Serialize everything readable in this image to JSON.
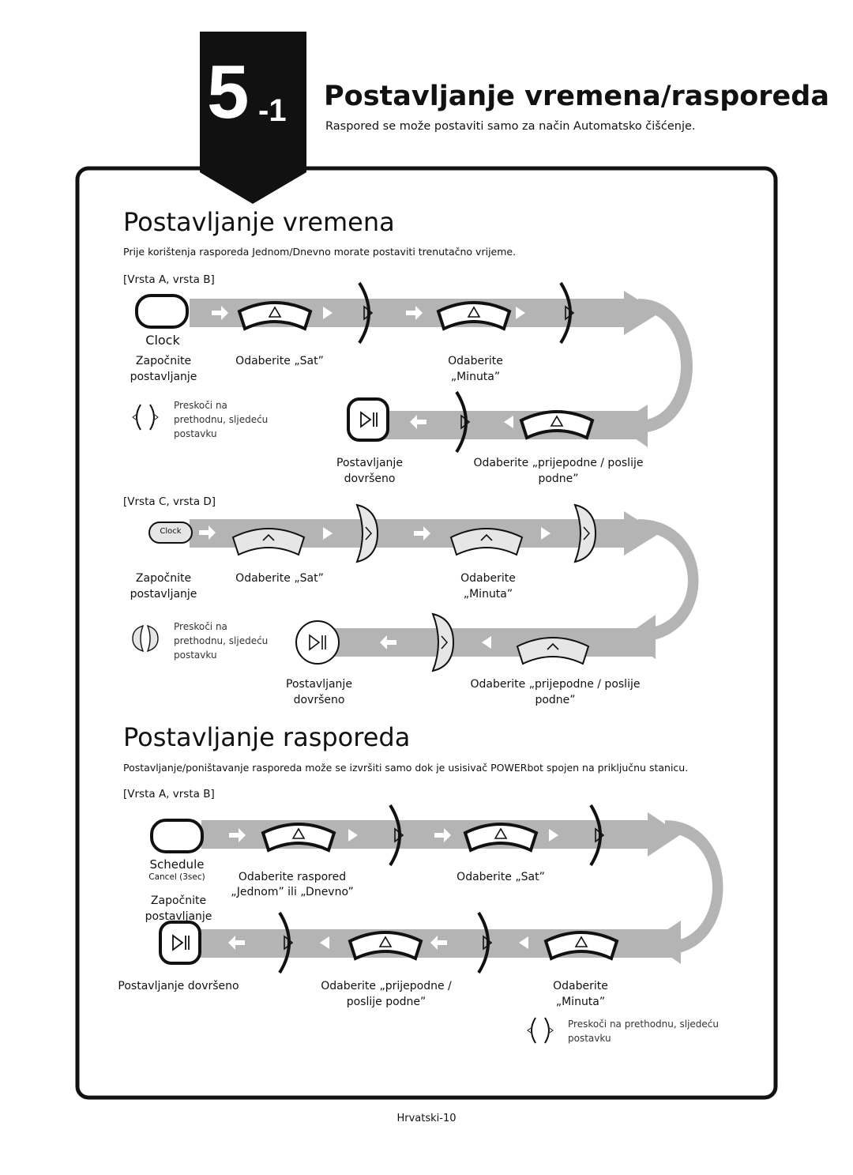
{
  "header": {
    "section_major": "5",
    "section_minor": "-1",
    "title": "Postavljanje vremena/rasporeda",
    "subtitle": "Raspored se može postaviti samo za način Automatsko čišćenje."
  },
  "time_section": {
    "heading": "Postavljanje vremena",
    "intro": "Prije korištenja rasporeda Jednom/Dnevno morate postaviti trenutačno vrijeme.",
    "type_ab": {
      "label": "[Vrsta A, vrsta B]",
      "button": "Clock",
      "start_1": "Započnite",
      "start_2": "postavljanje",
      "select_hour": "Odaberite „Sat”",
      "select_min_1": "Odaberite",
      "select_min_2": "„Minuta”",
      "skip_1": "Preskoči na",
      "skip_2": "prethodnu, sljedeću",
      "skip_3": "postavku",
      "done_1": "Postavljanje",
      "done_2": "dovršeno",
      "ampm_1": "Odaberite „prijepodne / poslije",
      "ampm_2": "podne”"
    },
    "type_cd": {
      "label": "[Vrsta C, vrsta D]",
      "button": "Clock",
      "start_1": "Započnite",
      "start_2": "postavljanje",
      "select_hour": "Odaberite „Sat”",
      "select_min_1": "Odaberite",
      "select_min_2": "„Minuta”",
      "skip_1": "Preskoči na",
      "skip_2": "prethodnu, sljedeću",
      "skip_3": "postavku",
      "done_1": "Postavljanje",
      "done_2": "dovršeno",
      "ampm_1": "Odaberite „prijepodne / poslije",
      "ampm_2": "podne”"
    }
  },
  "schedule_section": {
    "heading": "Postavljanje rasporeda",
    "intro": "Postavljanje/poništavanje rasporeda može se izvršiti samo dok je usisivač POWERbot spojen na priključnu stanicu.",
    "type_ab": {
      "label": "[Vrsta A, vrsta B]",
      "button": "Schedule",
      "cancel": "Cancel (3sec)",
      "start_1": "Započnite",
      "start_2": "postavljanje",
      "select_sched_1": "Odaberite raspored",
      "select_sched_2": "„Jednom” ili „Dnevno”",
      "select_hour": "Odaberite „Sat”",
      "done": "Postavljanje dovršeno",
      "ampm_1": "Odaberite „prijepodne /",
      "ampm_2": "poslije podne”",
      "select_min_1": "Odaberite",
      "select_min_2": "„Minuta”",
      "skip_1": "Preskoči na prethodnu, sljedeću",
      "skip_2": "postavku"
    }
  },
  "footer": {
    "page": "Hrvatski-10"
  }
}
